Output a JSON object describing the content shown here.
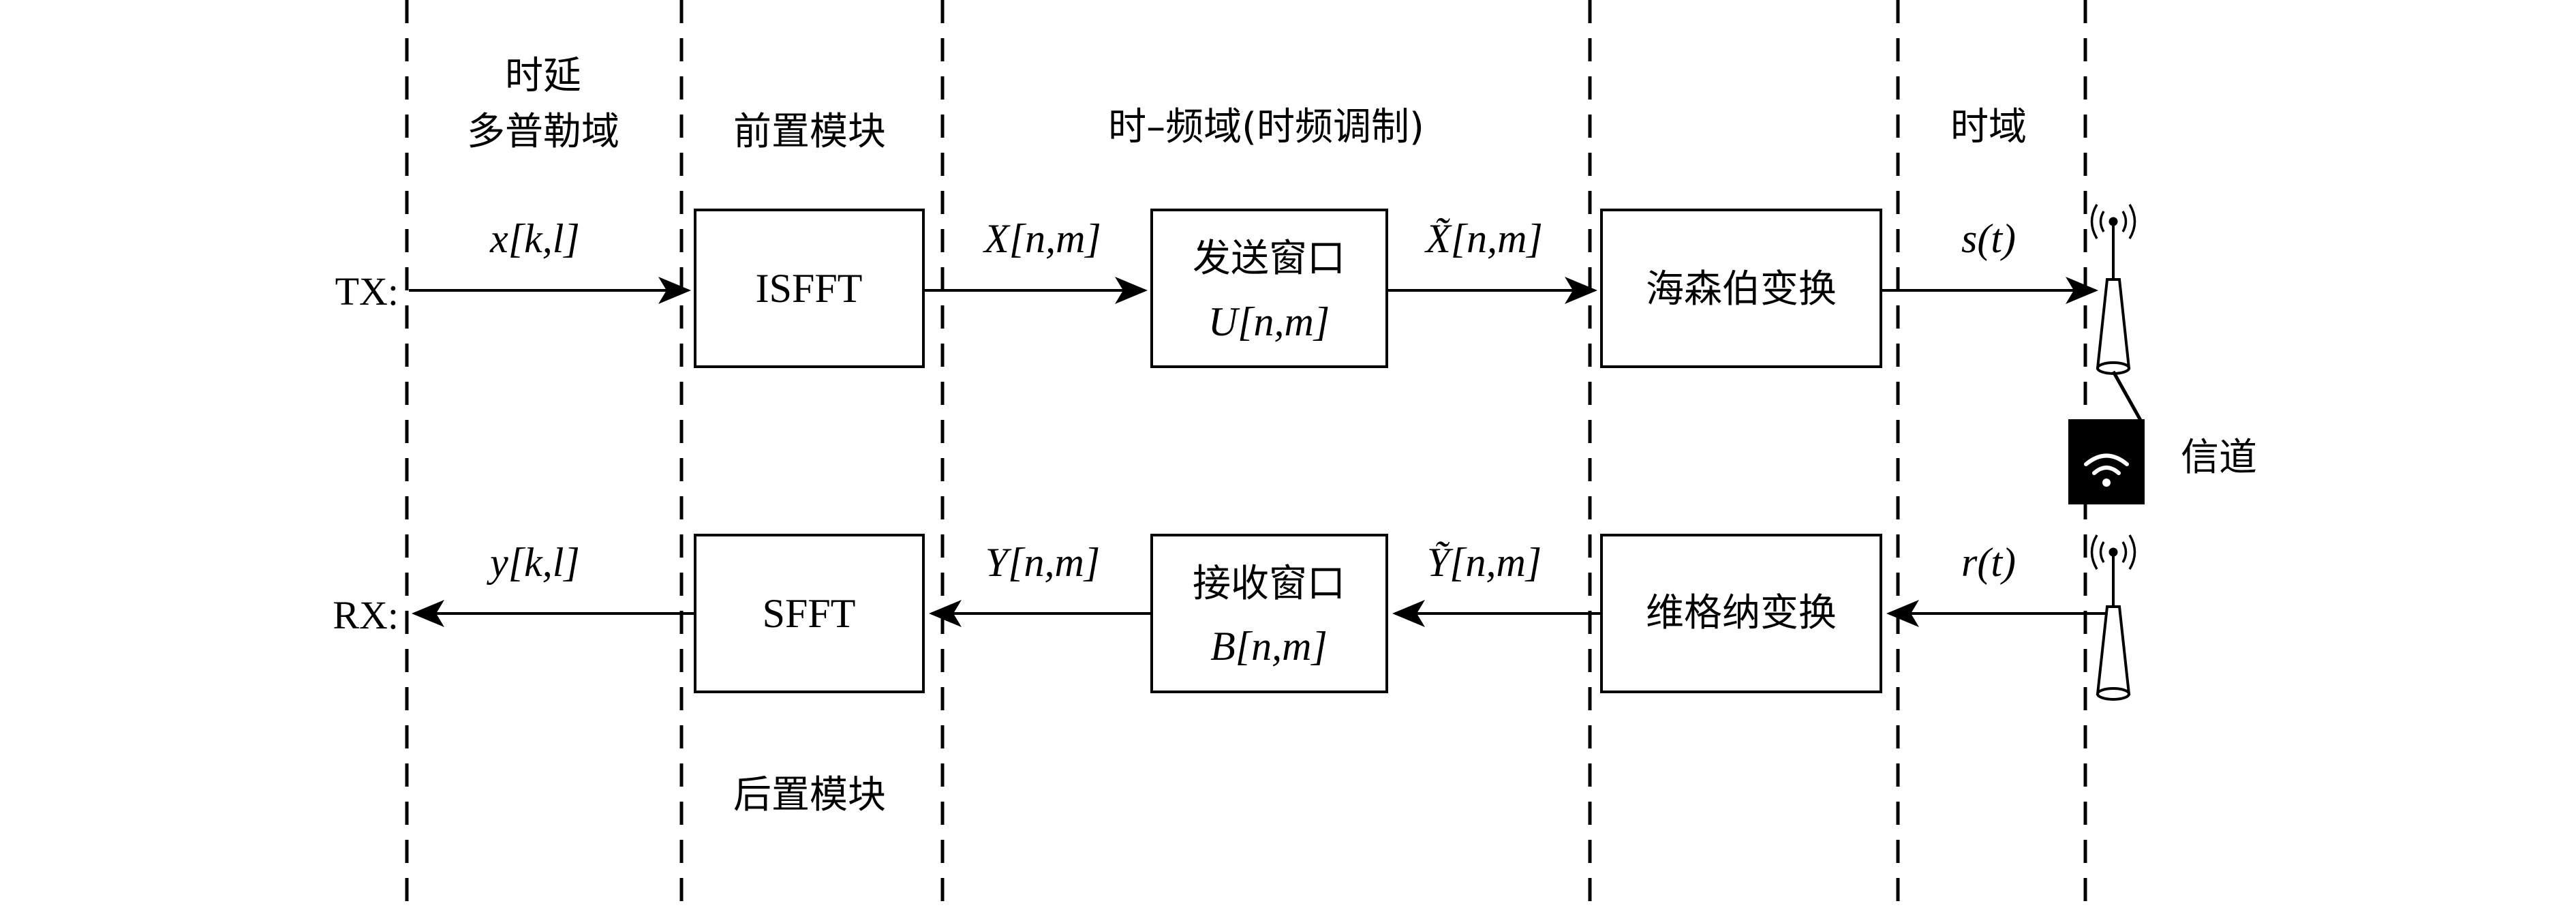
{
  "domains": {
    "delay_doppler_line1": "时延",
    "delay_doppler_line2": "多普勒域",
    "preprocess": "前置模块",
    "time_frequency": "时–频域(时频调制)",
    "time_domain": "时域",
    "postprocess": "后置模块"
  },
  "tx": {
    "label": "TX:",
    "input_signal": "x[k,l]",
    "isfft": "ISFFT",
    "isfft_out": "X[n,m]",
    "window_title": "发送窗口",
    "window_func": "U[n,m]",
    "window_out": "X̃[n,m]",
    "transform": "海森伯变换",
    "output_signal": "s(t)"
  },
  "rx": {
    "label": "RX:",
    "output_signal": "y[k,l]",
    "sfft": "SFFT",
    "sfft_in": "Y[n,m]",
    "window_title": "接收窗口",
    "window_func": "B[n,m]",
    "window_in": "Ỹ[n,m]",
    "transform": "维格纳变换",
    "input_signal": "r(t)"
  },
  "channel": {
    "label": "信道",
    "icon": "wireless-signal-icon",
    "antenna_icon": "antenna-icon"
  },
  "colors": {
    "line": "#000000",
    "background": "#ffffff"
  }
}
